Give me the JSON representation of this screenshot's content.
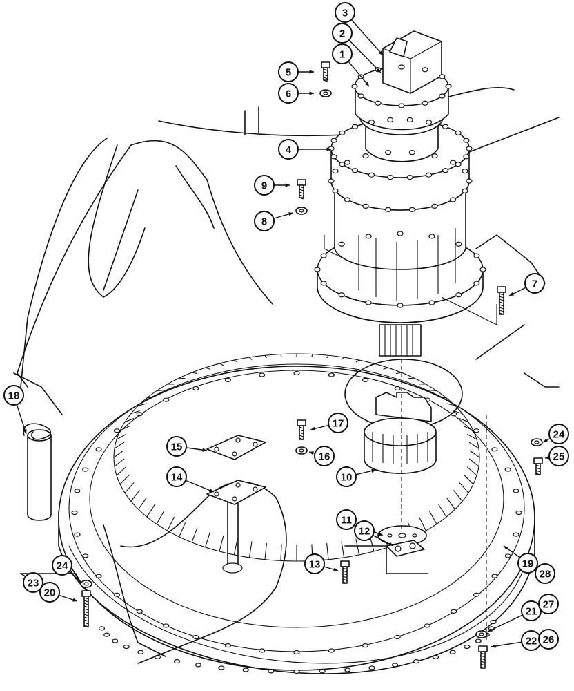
{
  "callouts": [
    {
      "id": "c1",
      "label": "1"
    },
    {
      "id": "c2",
      "label": "2"
    },
    {
      "id": "c3",
      "label": "3"
    },
    {
      "id": "c4",
      "label": "4"
    },
    {
      "id": "c5",
      "label": "5"
    },
    {
      "id": "c6",
      "label": "6"
    },
    {
      "id": "c7",
      "label": "7"
    },
    {
      "id": "c8",
      "label": "8"
    },
    {
      "id": "c9",
      "label": "9"
    },
    {
      "id": "c10",
      "label": "10"
    },
    {
      "id": "c11",
      "label": "11"
    },
    {
      "id": "c12",
      "label": "12"
    },
    {
      "id": "c13",
      "label": "13"
    },
    {
      "id": "c14",
      "label": "14"
    },
    {
      "id": "c15",
      "label": "15"
    },
    {
      "id": "c16",
      "label": "16"
    },
    {
      "id": "c17",
      "label": "17"
    },
    {
      "id": "c18",
      "label": "18"
    },
    {
      "id": "c19",
      "label": "19"
    },
    {
      "id": "c20",
      "label": "20"
    },
    {
      "id": "c21",
      "label": "21"
    },
    {
      "id": "c22",
      "label": "22"
    },
    {
      "id": "c23",
      "label": "23"
    },
    {
      "id": "c24a",
      "label": "24"
    },
    {
      "id": "c24b",
      "label": "24"
    },
    {
      "id": "c25",
      "label": "25"
    },
    {
      "id": "c26",
      "label": "26"
    },
    {
      "id": "c27",
      "label": "27"
    },
    {
      "id": "c28",
      "label": "28"
    }
  ]
}
